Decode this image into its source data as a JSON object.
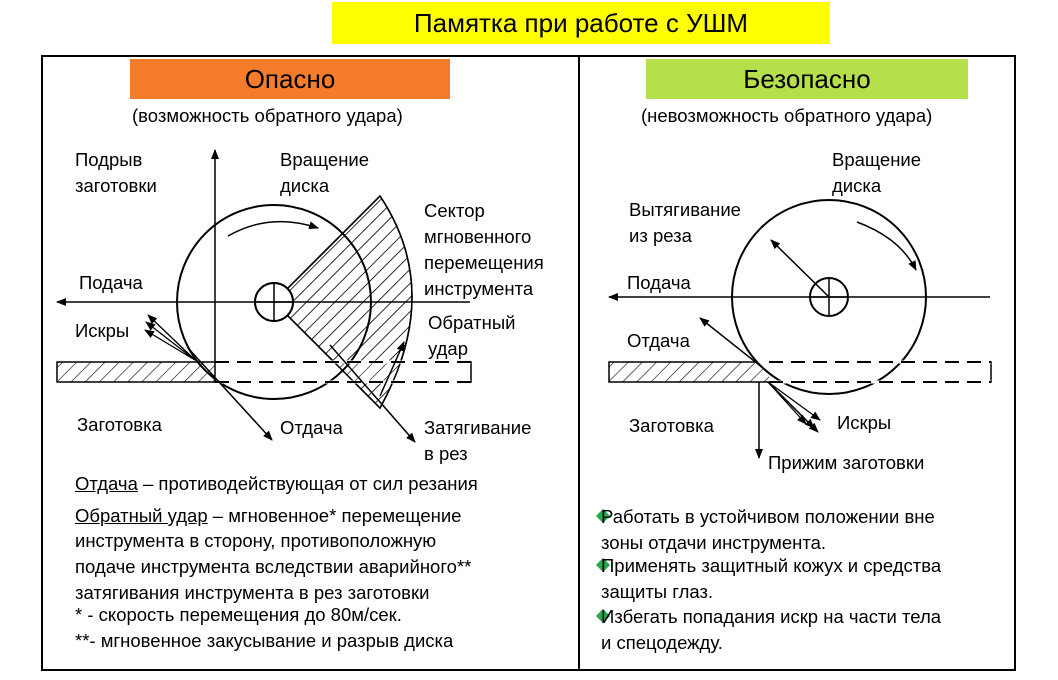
{
  "title": "Памятка при работе с УШМ",
  "left": {
    "header": "Опасно",
    "subtitle": "(возможность обратного удара)",
    "labels": {
      "podryv": "Подрыв\nзаготовки",
      "vrashchenie": "Вращение\nдиска",
      "sektor": "Сектор\nмгновенного\nперемещения\nинструмента",
      "podacha": "Подача",
      "iskry": "Искры",
      "obratny": "Обратный\nудар",
      "zagotovka": "Заготовка",
      "otdacha": "Отдача",
      "zatyagivanie": "Затягивание\nв рез"
    },
    "def1_term": "Отдача",
    "def1_rest": " – противодействующая от сил резания",
    "def2_term": "Обратный удар",
    "def2_rest": " – мгновенное* перемещение",
    "def2_lines": "инструмента в сторону, противоположную\nподаче инструмента вследствии аварийного**\nзатягивания инструмента в рез заготовки",
    "note1": "* - скорость перемещения до 80м/сек.",
    "note2": "**- мгновенное закусывание и разрыв диска"
  },
  "right": {
    "header": "Безопасно",
    "subtitle": "(невозможность обратного удара)",
    "labels": {
      "vrashchenie": "Вращение\nдиска",
      "vytyagivanie": "Вытягивание\nиз реза",
      "podacha": "Подача",
      "otdacha": "Отдача",
      "zagotovka": "Заготовка",
      "iskry": "Искры",
      "prizhim": "Прижим заготовки"
    },
    "bullets": [
      "Работать в устойчивом положении вне\nзоны отдачи инструмента.",
      "Применять защитный кожух и средства\nзащиты глаз.",
      "Избегать попадания искр на части тела\nи спецодежду."
    ],
    "bullet_color": "#2aa84a"
  },
  "colors": {
    "title_bg": "#ffff00",
    "danger": "#f47c2b",
    "safe": "#b5e04b"
  }
}
